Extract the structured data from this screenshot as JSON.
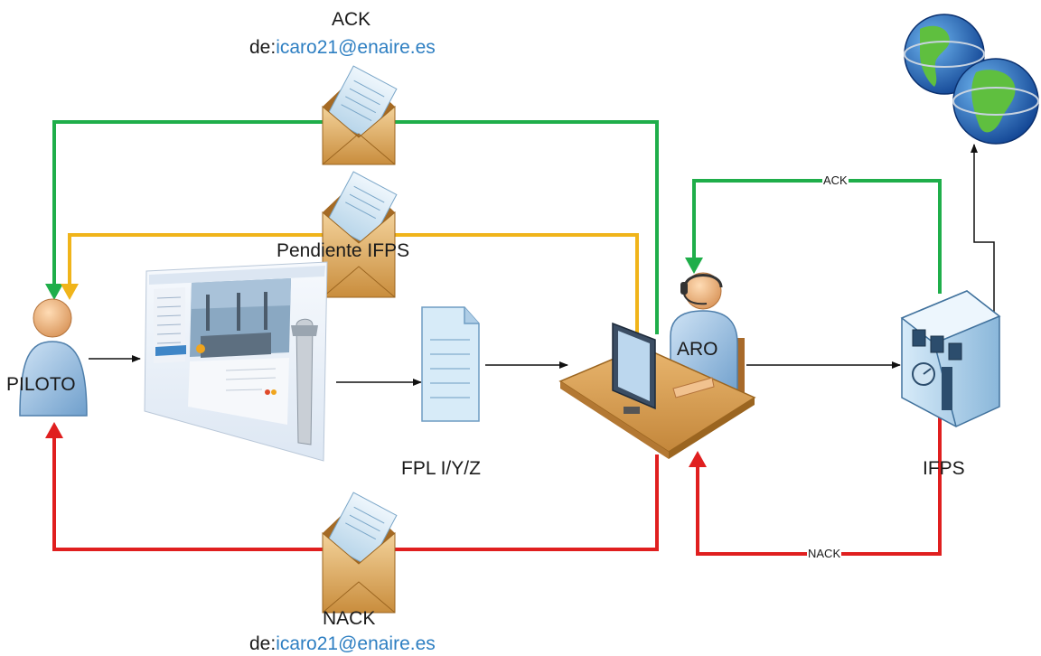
{
  "labels": {
    "ack_title": "ACK",
    "ack_from_prefix": "de:",
    "ack_from_email": "icaro21@enaire.es",
    "pending": "Pendiente IFPS",
    "nack_title": "NACK",
    "nack_from_prefix": "de:",
    "nack_from_email": "icaro21@enaire.es",
    "piloto": "PILOTO",
    "fpl": "FPL I/Y/Z",
    "aro": "ARO",
    "ifps": "IFPS",
    "ack_small": "ACK",
    "nack_small": "NACK"
  },
  "colors": {
    "ack": "#1fae4a",
    "pending": "#f0b41a",
    "nack": "#e01f1f",
    "flow": "#111111",
    "email_link": "#2e7fc2"
  },
  "icons": {
    "pilot": "person-icon",
    "web_form": "website-screenshot-icon",
    "fpl": "document-icon",
    "aro": "operator-at-desk-icon",
    "ifps": "server-machine-icon",
    "network": "globe-icon",
    "messages": "envelope-icon"
  }
}
